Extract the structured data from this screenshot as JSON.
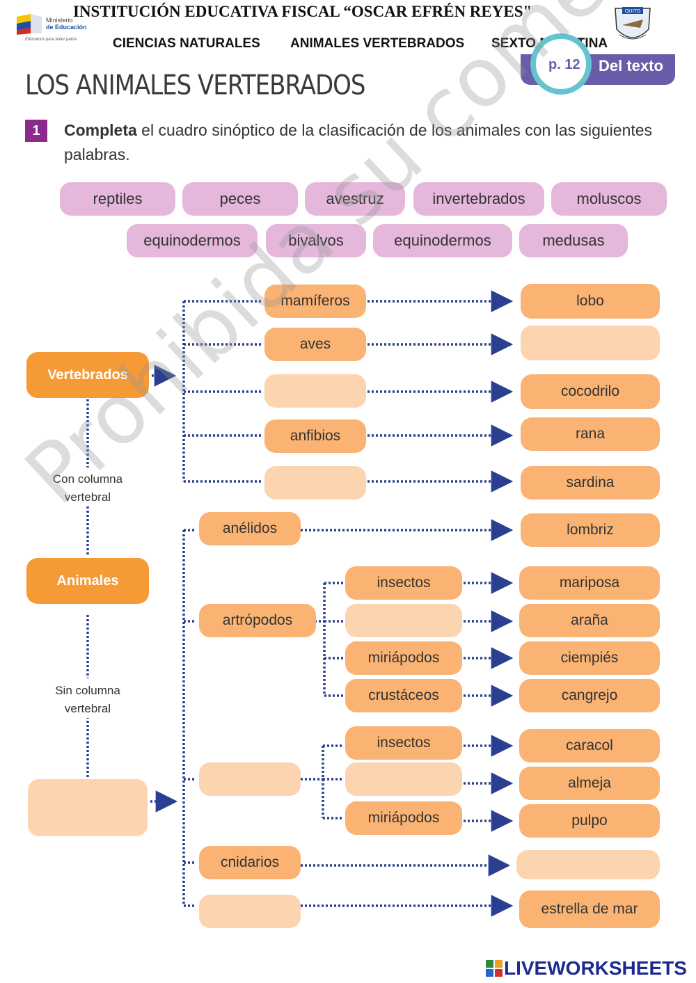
{
  "header": {
    "school_name": "INSTITUCIÓN EDUCATIVA FISCAL “OSCAR EFRÉN REYES\"",
    "subject": "CIENCIAS NATURALES",
    "topic": "ANIMALES VERTEBRADOS",
    "grade": "SEXTO  MATUTINA",
    "ministry_line1": "Ministerio",
    "ministry_line2": "de Educación",
    "ministry_slogan": "Educamos para tener patria",
    "seal_text": "QUITO"
  },
  "page_tab": {
    "page": "p. 12",
    "label": "Del texto"
  },
  "title": "LOS ANIMALES VERTEBRADOS",
  "exercise": {
    "number": "1",
    "instruction_bold": "Completa",
    "instruction_rest": " el cuadro sinóptico de la clasificación de los animales con las siguientes palabras."
  },
  "word_bank": [
    "reptiles",
    "peces",
    "avestruz",
    "invertebrados",
    "moluscos",
    "equinodermos",
    "bivalvos",
    "equinodermos",
    "medusas"
  ],
  "diagram": {
    "root": "Animales",
    "vertebrados_label": "Vertebrados",
    "con_columna": "Con columna vertebral",
    "sin_columna": "Sin columna vertebral",
    "invertebrados_label": "",
    "vert_groups": [
      "mamíferos",
      "aves",
      "",
      "anfibios",
      ""
    ],
    "vert_examples": [
      "lobo",
      "",
      "cocodrilo",
      "rana",
      "sardina"
    ],
    "anelidos": "anélidos",
    "anelidos_example": "lombriz",
    "artropodos": "artrópodos",
    "artro_sub": [
      "insectos",
      "",
      "miriápodos",
      "crustáceos"
    ],
    "artro_examples": [
      "mariposa",
      "araña",
      "ciempiés",
      "cangrejo"
    ],
    "moluscos_group": "",
    "molus_sub": [
      "insectos",
      "",
      "miriápodos"
    ],
    "molus_examples": [
      "caracol",
      "almeja",
      "pulpo"
    ],
    "cnidarios": "cnidarios",
    "cnidarios_example": "",
    "equino_group": "",
    "equino_example": "estrella de mar"
  },
  "watermark": "Prohibida su comercialización",
  "footer_brand": "LIVEWORKSHEETS",
  "colors": {
    "root": "#f69a35",
    "box_dark": "#fab372",
    "box_light": "#fdd4b0",
    "chip": "#e4b7db",
    "connector": "#2a3f8f",
    "badge": "#8a2a8c"
  }
}
